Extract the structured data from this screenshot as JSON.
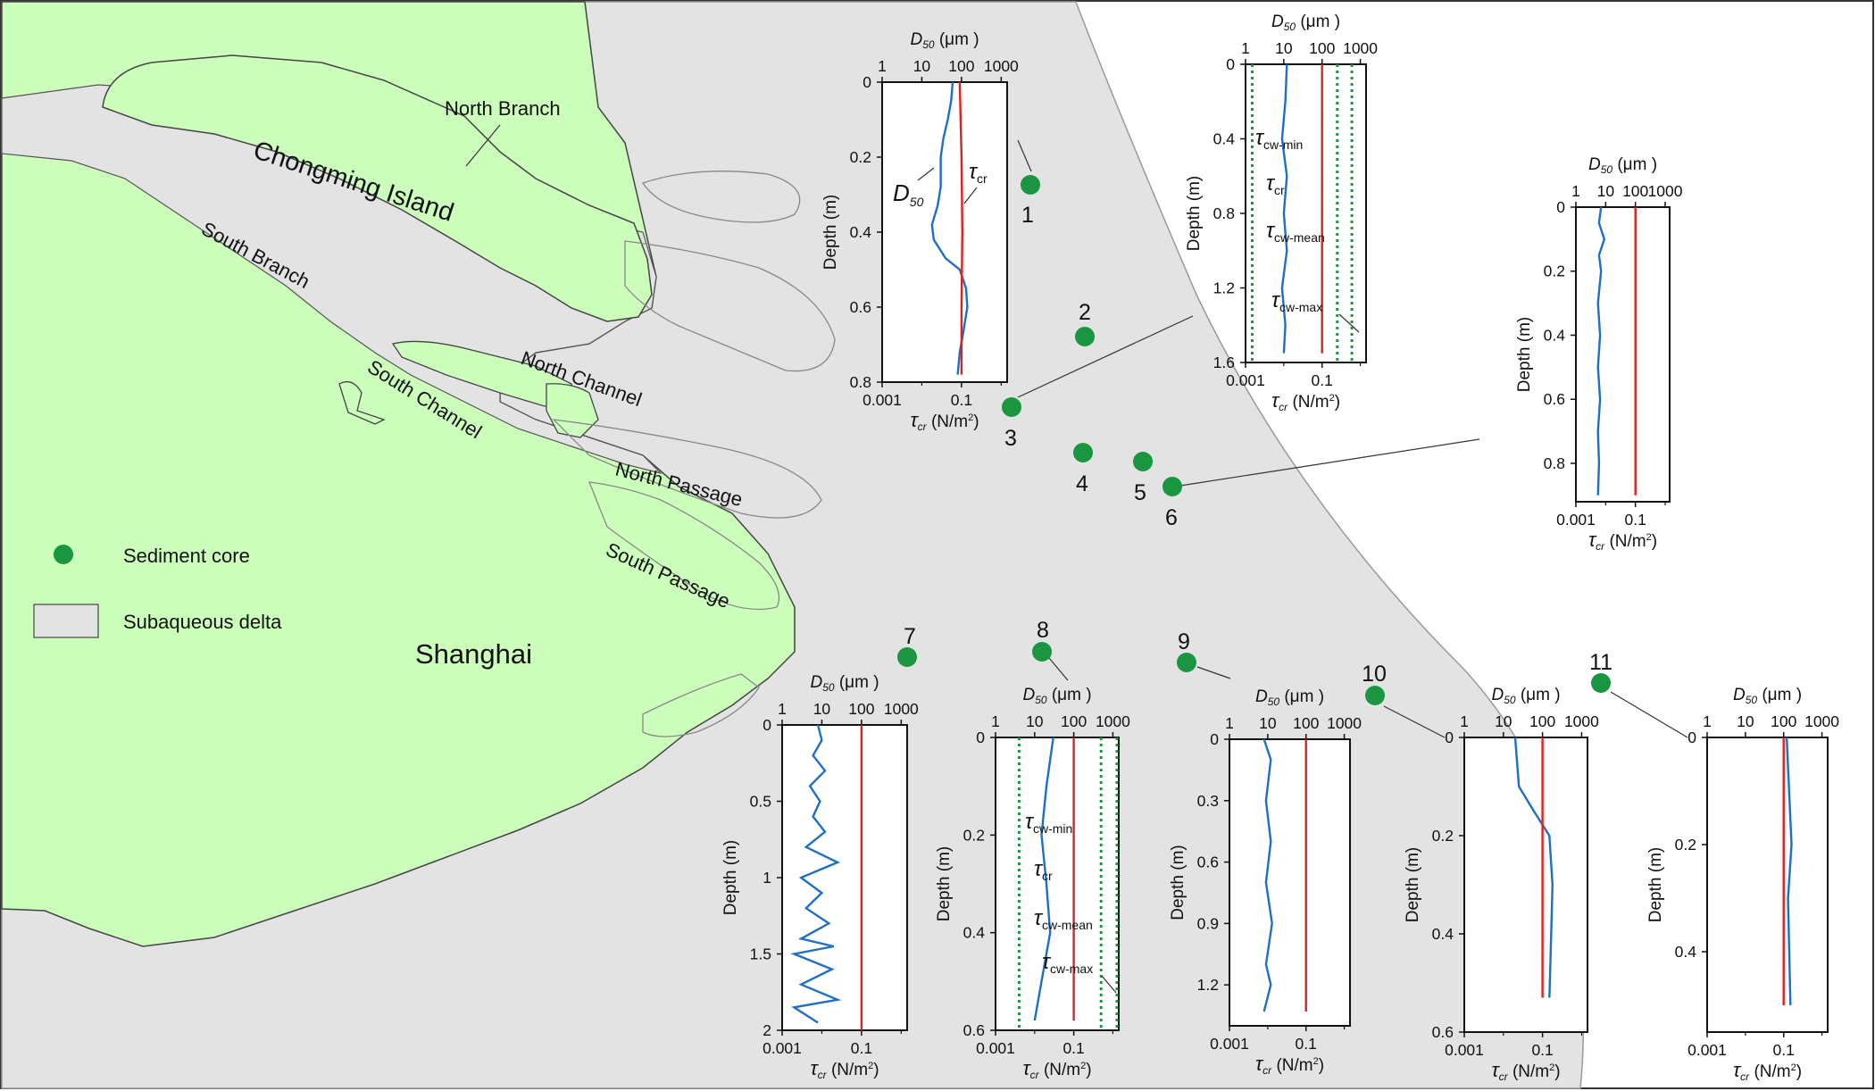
{
  "map": {
    "labels": {
      "north_branch": "North Branch",
      "chongming_island": "Chongming Island",
      "south_branch": "South Branch",
      "south_channel": "South Channel",
      "north_channel": "North Channel",
      "north_passage": "North Passage",
      "south_passage": "South Passage",
      "shanghai": "Shanghai"
    },
    "legend": {
      "sediment_core": "Sediment core",
      "subaqueous_delta": "Subaqueous delta"
    },
    "colors": {
      "land": "#ccffbb",
      "delta": "#e3e3e3",
      "core_marker": "#1a9641",
      "d50_line": "#1f6fc4",
      "tau_cr_line": "#e02020",
      "tau_cw_line": "#1a9641"
    },
    "core_ids": [
      "1",
      "2",
      "3",
      "4",
      "5",
      "6",
      "7",
      "8",
      "9",
      "10",
      "11"
    ]
  },
  "axes_text": {
    "d50_symbol": "D",
    "d50_sub": "50",
    "d50_unit": " (μm )",
    "tau_symbol": "τ",
    "tau_sub": "cr",
    "tau_unit": " (N/m",
    "tau_unit_sup": "2",
    "tau_unit_close": ")",
    "depth_label": "Depth (m)",
    "top_ticks": [
      "1",
      "10",
      "100",
      "1000"
    ],
    "bottom_ticks": [
      "0.001",
      "0.1"
    ],
    "annotations": {
      "d50": "D",
      "d50_sub": "50",
      "tau_cr": "τ",
      "tau_cr_sub": "cr",
      "tau_cw_min": "τ",
      "tau_cw_min_sub": "cw-min",
      "tau_cw_mean_sub": "cw-mean",
      "tau_cw_max_sub": "cw-max"
    }
  },
  "chart_data": [
    {
      "core": "1",
      "type": "line",
      "ylabel": "Depth (m)",
      "xlabel_top": "D50 (μm)",
      "xlabel_bottom": "τcr (N/m2)",
      "y_ticks": [
        "0",
        "0.2",
        "0.4",
        "0.6",
        "0.8"
      ],
      "ylim": [
        0,
        0.8
      ],
      "series": [
        {
          "name": "D50",
          "x_scale": "log",
          "points": [
            [
              60,
              0
            ],
            [
              55,
              0.05
            ],
            [
              45,
              0.1
            ],
            [
              35,
              0.15
            ],
            [
              30,
              0.2
            ],
            [
              30,
              0.28
            ],
            [
              25,
              0.33
            ],
            [
              18,
              0.38
            ],
            [
              20,
              0.42
            ],
            [
              40,
              0.47
            ],
            [
              90,
              0.5
            ],
            [
              130,
              0.55
            ],
            [
              140,
              0.6
            ],
            [
              110,
              0.67
            ],
            [
              90,
              0.72
            ],
            [
              80,
              0.78
            ]
          ]
        },
        {
          "name": "τcr",
          "x_scale": "log",
          "points": [
            [
              0.09,
              0
            ],
            [
              0.1,
              0.2
            ],
            [
              0.105,
              0.4
            ],
            [
              0.1,
              0.6
            ],
            [
              0.1,
              0.78
            ]
          ]
        }
      ]
    },
    {
      "core": "3",
      "type": "line",
      "ylabel": "Depth (m)",
      "y_ticks": [
        "0",
        "0.4",
        "0.8",
        "1.2",
        "1.6"
      ],
      "ylim": [
        0,
        1.6
      ],
      "series": [
        {
          "name": "D50",
          "points": [
            [
              12,
              0
            ],
            [
              11,
              0.2
            ],
            [
              9,
              0.4
            ],
            [
              12,
              0.6
            ],
            [
              10,
              0.8
            ],
            [
              12,
              1.0
            ],
            [
              9,
              1.2
            ],
            [
              11,
              1.4
            ],
            [
              10,
              1.55
            ]
          ]
        },
        {
          "name": "τcr",
          "points": [
            [
              0.1,
              0
            ],
            [
              0.1,
              0.8
            ],
            [
              0.1,
              1.55
            ]
          ]
        },
        {
          "name": "τcw-min",
          "points": [
            [
              0.0015,
              0
            ],
            [
              0.0015,
              1.6
            ]
          ]
        },
        {
          "name": "τcw-mean",
          "points": [
            [
              0.25,
              0
            ],
            [
              0.25,
              1.6
            ]
          ]
        },
        {
          "name": "τcw-max",
          "points": [
            [
              0.6,
              0
            ],
            [
              0.6,
              1.6
            ]
          ]
        }
      ]
    },
    {
      "core": "6",
      "type": "line",
      "ylabel": "Depth (m)",
      "y_ticks": [
        "0",
        "0.2",
        "0.4",
        "0.6",
        "0.8"
      ],
      "ylim": [
        0,
        0.92
      ],
      "series": [
        {
          "name": "D50",
          "points": [
            [
              7,
              0
            ],
            [
              6,
              0.05
            ],
            [
              9,
              0.1
            ],
            [
              6,
              0.15
            ],
            [
              7,
              0.2
            ],
            [
              5.5,
              0.3
            ],
            [
              6.5,
              0.4
            ],
            [
              5.5,
              0.5
            ],
            [
              6.5,
              0.6
            ],
            [
              5.5,
              0.7
            ],
            [
              6,
              0.8
            ],
            [
              5.5,
              0.9
            ]
          ]
        },
        {
          "name": "τcr",
          "points": [
            [
              0.1,
              0
            ],
            [
              0.1,
              0.9
            ]
          ]
        }
      ]
    },
    {
      "core": "7",
      "type": "line",
      "ylabel": "Depth (m)",
      "y_ticks": [
        "0",
        "0.5",
        "1",
        "1.5",
        "2"
      ],
      "ylim": [
        0,
        2
      ],
      "series": [
        {
          "name": "D50",
          "points": [
            [
              8,
              0
            ],
            [
              10,
              0.1
            ],
            [
              6,
              0.2
            ],
            [
              12,
              0.3
            ],
            [
              5,
              0.4
            ],
            [
              9,
              0.5
            ],
            [
              6,
              0.6
            ],
            [
              12,
              0.7
            ],
            [
              4,
              0.8
            ],
            [
              25,
              0.9
            ],
            [
              3,
              1.0
            ],
            [
              10,
              1.1
            ],
            [
              4,
              1.2
            ],
            [
              15,
              1.3
            ],
            [
              3,
              1.4
            ],
            [
              20,
              1.45
            ],
            [
              2,
              1.5
            ],
            [
              18,
              1.6
            ],
            [
              3,
              1.7
            ],
            [
              25,
              1.8
            ],
            [
              2,
              1.85
            ],
            [
              8,
              1.95
            ]
          ]
        },
        {
          "name": "τcr",
          "points": [
            [
              0.1,
              0
            ],
            [
              0.1,
              2
            ]
          ]
        }
      ]
    },
    {
      "core": "8",
      "type": "line",
      "ylabel": "Depth (m)",
      "y_ticks": [
        "0",
        "0.2",
        "0.4",
        "0.6"
      ],
      "ylim": [
        0,
        0.6
      ],
      "series": [
        {
          "name": "D50",
          "points": [
            [
              30,
              0
            ],
            [
              20,
              0.1
            ],
            [
              15,
              0.2
            ],
            [
              20,
              0.3
            ],
            [
              25,
              0.4
            ],
            [
              15,
              0.5
            ],
            [
              10,
              0.58
            ]
          ]
        },
        {
          "name": "τcr",
          "points": [
            [
              0.1,
              0
            ],
            [
              0.1,
              0.58
            ]
          ]
        },
        {
          "name": "τcw-min",
          "points": [
            [
              0.004,
              0
            ],
            [
              0.004,
              0.6
            ]
          ]
        },
        {
          "name": "τcw-mean",
          "points": [
            [
              0.5,
              0
            ],
            [
              0.5,
              0.6
            ]
          ]
        },
        {
          "name": "τcw-max",
          "points": [
            [
              1.5,
              0
            ],
            [
              1.5,
              0.6
            ]
          ]
        }
      ]
    },
    {
      "core": "9",
      "type": "line",
      "ylabel": "Depth (m)",
      "y_ticks": [
        "0",
        "0.3",
        "0.6",
        "0.9",
        "1.2"
      ],
      "ylim": [
        0,
        1.4
      ],
      "series": [
        {
          "name": "D50",
          "points": [
            [
              8,
              0
            ],
            [
              12,
              0.1
            ],
            [
              9,
              0.3
            ],
            [
              12,
              0.5
            ],
            [
              9,
              0.7
            ],
            [
              13,
              0.9
            ],
            [
              9,
              1.1
            ],
            [
              12,
              1.2
            ],
            [
              8,
              1.33
            ]
          ]
        },
        {
          "name": "τcr",
          "points": [
            [
              0.1,
              0
            ],
            [
              0.1,
              1.33
            ]
          ]
        }
      ]
    },
    {
      "core": "10",
      "type": "line",
      "ylabel": "Depth (m)",
      "y_ticks": [
        "0",
        "0.2",
        "0.4",
        "0.6"
      ],
      "ylim": [
        0,
        0.6
      ],
      "series": [
        {
          "name": "D50",
          "points": [
            [
              20,
              0
            ],
            [
              25,
              0.1
            ],
            [
              60,
              0.15
            ],
            [
              150,
              0.2
            ],
            [
              180,
              0.3
            ],
            [
              160,
              0.45
            ],
            [
              150,
              0.53
            ]
          ]
        },
        {
          "name": "τcr",
          "points": [
            [
              0.1,
              0
            ],
            [
              0.1,
              0.53
            ]
          ]
        }
      ]
    },
    {
      "core": "11",
      "type": "line",
      "ylabel": "Depth (m)",
      "y_ticks": [
        "0",
        "0.2",
        "0.4"
      ],
      "ylim": [
        0,
        0.55
      ],
      "series": [
        {
          "name": "D50",
          "points": [
            [
              120,
              0
            ],
            [
              160,
              0.2
            ],
            [
              130,
              0.3
            ],
            [
              150,
              0.5
            ]
          ]
        },
        {
          "name": "τcr",
          "points": [
            [
              0.1,
              0
            ],
            [
              0.1,
              0.5
            ]
          ]
        }
      ]
    }
  ]
}
